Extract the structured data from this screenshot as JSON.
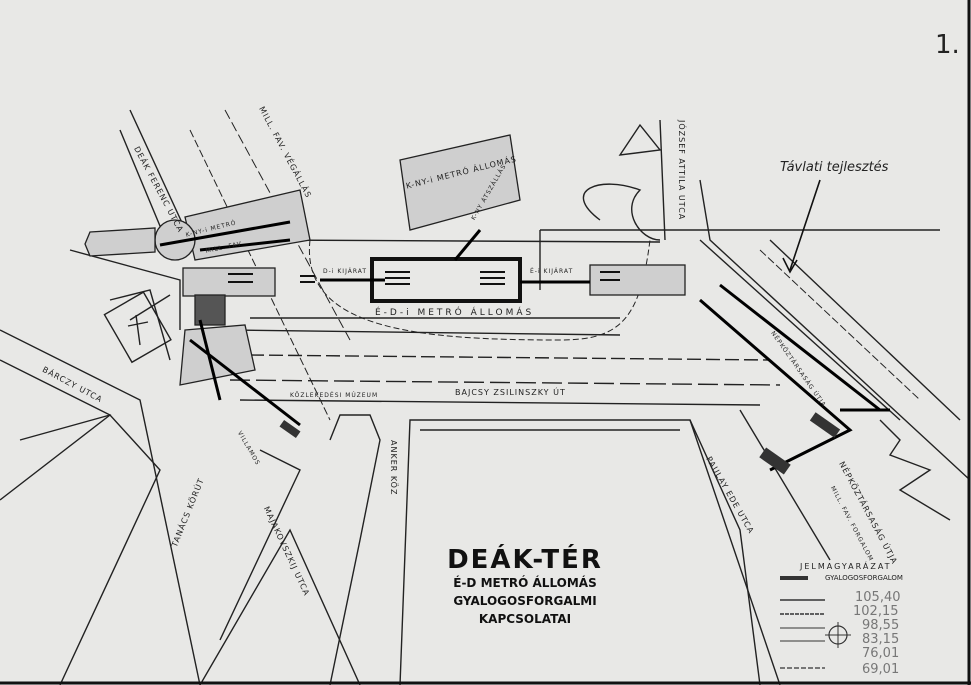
{
  "sheet_number": "1.",
  "annotation": "Távlati tejlesztés",
  "title": {
    "main": "DEÁK-TÉR",
    "line2": "É-D METRÓ ÁLLOMÁS",
    "line3": "GYALOGOSFORGALMI",
    "line4": "KAPCSOLATAI"
  },
  "streets": {
    "deak_ferenc": "DEÁK FERENC UTCA",
    "mill_fav_top": "MILL. FAV. VÉGÁLLÁS",
    "jozsef_attila": "JÓZSEF ATTILA UTCA",
    "barczy": "BÁRCZY UTCA",
    "bajcsy": "BAJCSY ZSILINSZKY ÚT",
    "anker": "ANKER KÖZ",
    "paulay": "PAULAY EDE UTCA",
    "nepkoztarsasag": "NÉPKÖZTÁRSASÁG ÚTJA",
    "mill_fav_right": "MILL. FAV. FORGALOM",
    "tanacs": "TANÁCS KÖRÚT",
    "majakovszkij": "MAJAKOVSZKIJ UTCA",
    "villamos": "VILLAMOS",
    "nepk_small": "NÉPKÖZTÁRSASÁG ÚTJA"
  },
  "features": {
    "kny_station": "K-NY-i METRÓ ÁLLOMÁS",
    "kny_metro": "K-NY-i METRÓ",
    "mill_fav": "MILL. FAV",
    "ed_station": "É-D-i METRÓ ÁLLOMÁS",
    "d_kijarat": "D-i KIJÁRAT",
    "e_kijarat": "É-i KIJÁRAT",
    "kny_transfer": "K-NY ÁTSZÁLLÁS",
    "museum": "KÖZLEKEDÉSI MÚZEUM"
  },
  "legend": {
    "heading": "JELMAGYARÁZAT",
    "pedestrian": "GYALOGOSFORGALOM",
    "levels": [
      "105,40",
      "102,15",
      "98,55",
      "83,15",
      "76,01",
      "69,01"
    ]
  }
}
